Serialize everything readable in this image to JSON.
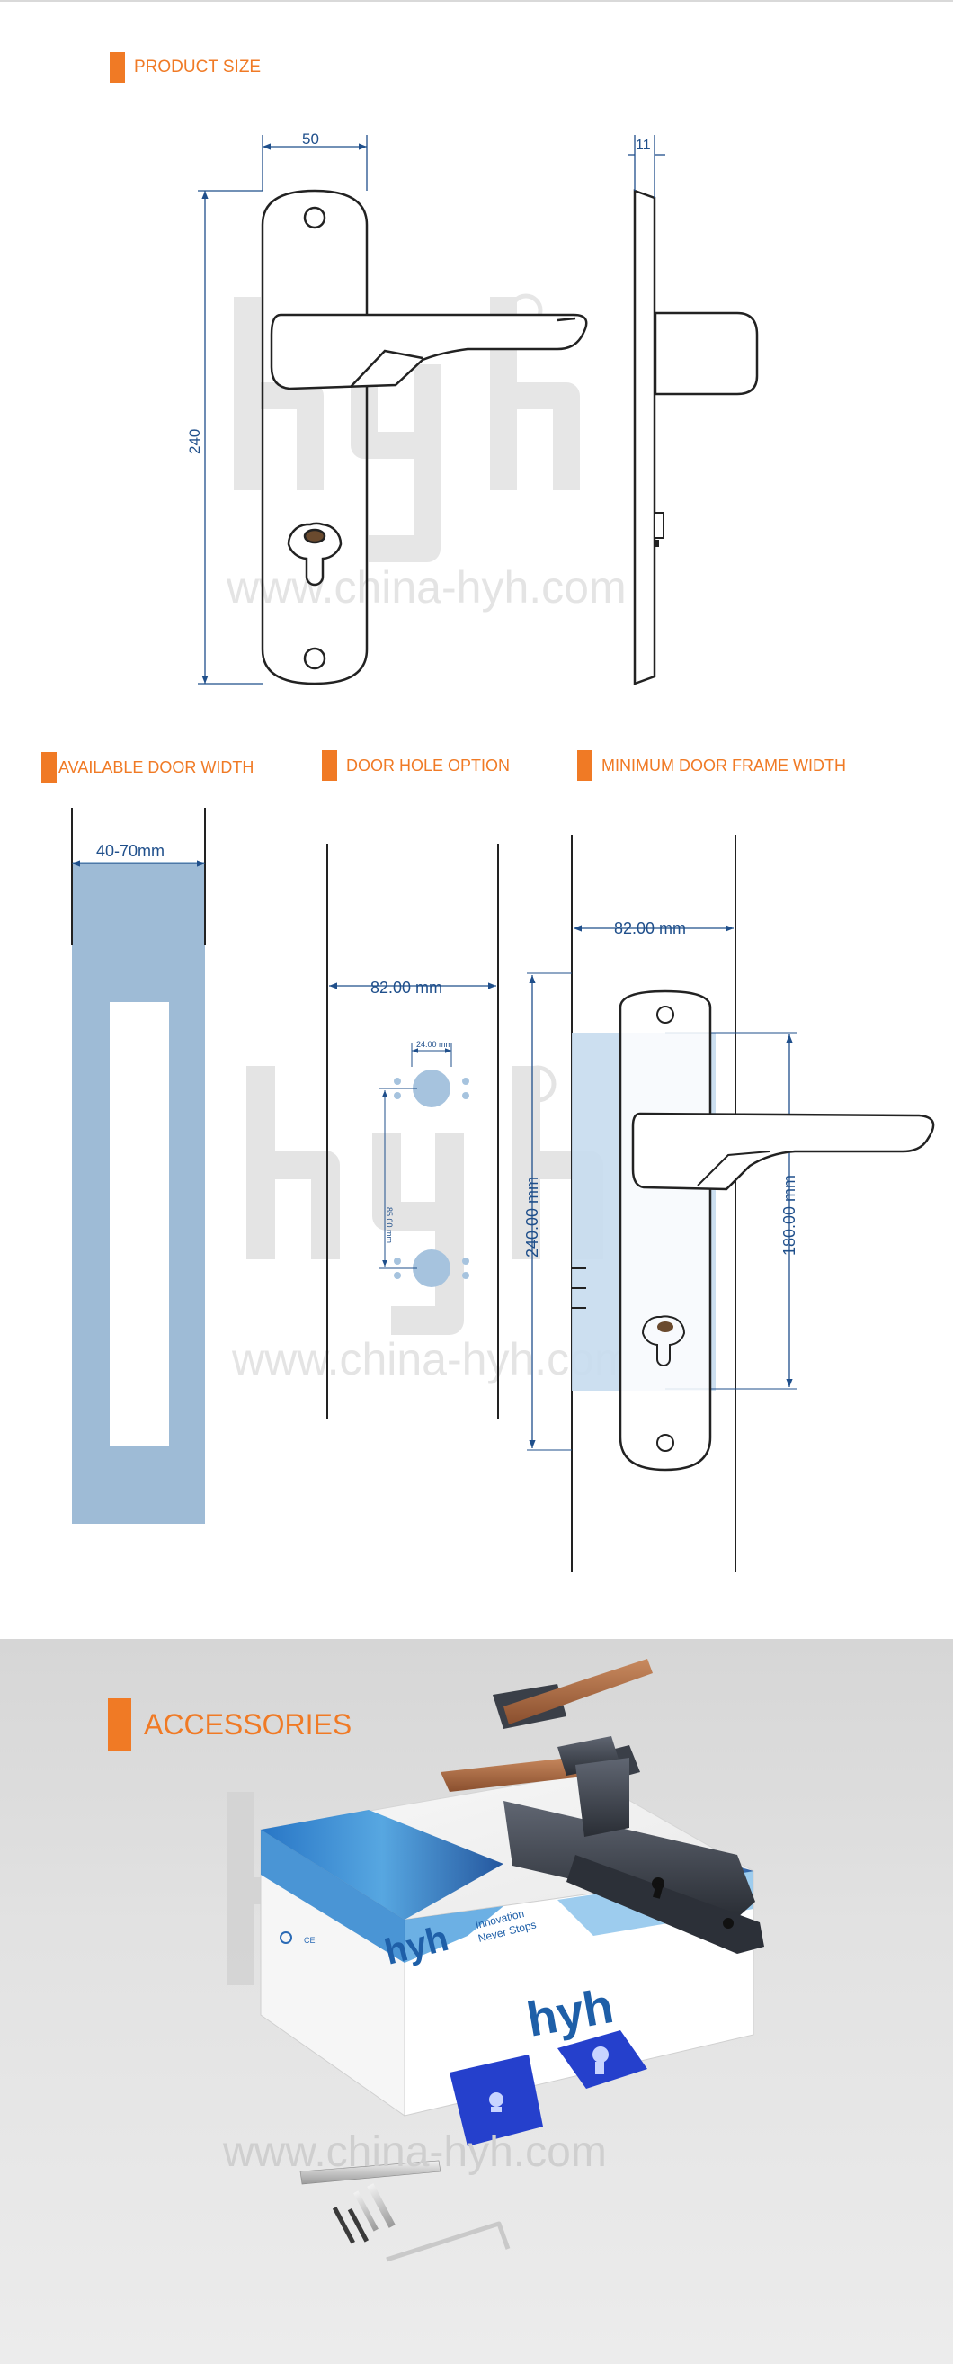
{
  "sections": {
    "product_size": "PRODUCT SIZE",
    "door_width": "AVAILABLE DOOR WIDTH",
    "door_hole": "DOOR HOLE OPTION",
    "min_frame": "MINIMUM DOOR FRAME WIDTH",
    "accessories": "ACCESSORIES"
  },
  "dimensions": {
    "width": "50",
    "height": "240",
    "thickness": "11",
    "door_range": "40-70mm",
    "hole_span": "82.00 mm",
    "hole_dia": "24.00 mm",
    "hole_pitch": "85.00 mm",
    "frame_width": "82.00 mm",
    "plate_height": "240.00 mm",
    "handle_height": "180.00 mm"
  },
  "watermark": {
    "logo": "hyh",
    "url": "www.china-hyh.com"
  },
  "box": {
    "logo": "hyh",
    "tagline_1": "Innovation",
    "tagline_2": "Never Stops"
  },
  "colors": {
    "accent": "#f07a25",
    "dimension": "#1f4f8b",
    "door_fill": "#9ebbd6",
    "line": "#222222"
  }
}
